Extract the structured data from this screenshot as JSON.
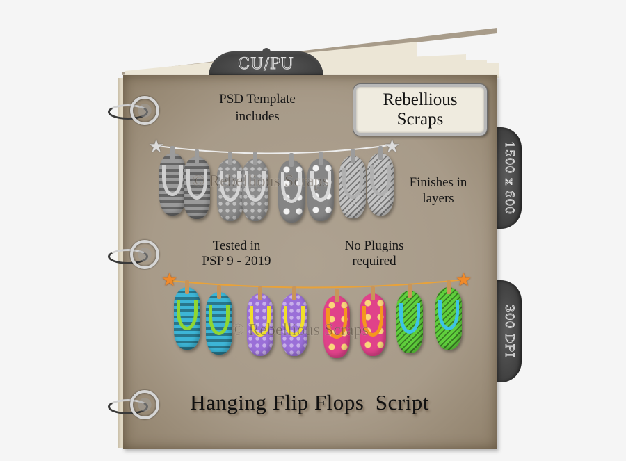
{
  "product": {
    "title": "Hanging Flip Flops  Script",
    "brand_plaque": {
      "line1": "Rebellious",
      "line2": "Scraps"
    },
    "watermark": "© Rebellious Scraps"
  },
  "tabs": {
    "top": "CU/PU",
    "side_upper": "1500 x 600",
    "side_lower": "300 DPI"
  },
  "features": {
    "psd_template": {
      "line1": "PSD Template",
      "line2": "includes"
    },
    "finishes": {
      "line1": "Finishes in",
      "line2": "layers"
    },
    "tested": {
      "line1": "Tested in",
      "line2": "PSP 9 - 2019"
    },
    "plugins": {
      "line1": "No Plugins",
      "line2": "required"
    }
  },
  "clotheslines": {
    "template": {
      "style": "grayscale",
      "star_color": "#d8d8d8",
      "line_color": "#e6e6e6",
      "flip_flops": [
        {
          "pattern": "stripes",
          "sole": "#9a9a9a",
          "strap": "#cfcfcf"
        },
        {
          "pattern": "stripes",
          "sole": "#9a9a9a",
          "strap": "#cfcfcf"
        },
        {
          "pattern": "dots",
          "sole": "#8a8a8a",
          "strap": "#d4d4d4"
        },
        {
          "pattern": "dots",
          "sole": "#8a8a8a",
          "strap": "#d4d4d4"
        },
        {
          "pattern": "hibiscus",
          "sole": "#858585",
          "strap": "#d8d8d8"
        },
        {
          "pattern": "hibiscus",
          "sole": "#858585",
          "strap": "#d8d8d8"
        },
        {
          "pattern": "leaves",
          "sole": "#c4c4c4",
          "strap": "#b0b0b0"
        },
        {
          "pattern": "leaves",
          "sole": "#c4c4c4",
          "strap": "#b0b0b0"
        }
      ]
    },
    "finished": {
      "style": "colored",
      "star_color": "#f08a2a",
      "line_color": "#e8a23a",
      "flip_flops": [
        {
          "pattern": "stripes",
          "sole": "#3db5d6",
          "strap": "#8fd632"
        },
        {
          "pattern": "stripes",
          "sole": "#3db5d6",
          "strap": "#8fd632"
        },
        {
          "pattern": "dots",
          "sole": "#9a6fd8",
          "strap": "#f0df2a"
        },
        {
          "pattern": "dots",
          "sole": "#9a6fd8",
          "strap": "#f0df2a"
        },
        {
          "pattern": "hibiscus",
          "sole": "#e0428a",
          "strap": "#f5961e"
        },
        {
          "pattern": "hibiscus",
          "sole": "#e0428a",
          "strap": "#f5961e"
        },
        {
          "pattern": "leaves",
          "sole": "#5fcf3c",
          "strap": "#3ec3e6"
        },
        {
          "pattern": "leaves",
          "sole": "#5fcf3c",
          "strap": "#3ec3e6"
        }
      ]
    }
  },
  "colors": {
    "background": "#f5f5f5",
    "cover": "#a89b89",
    "pages": "#ece6d6",
    "tab": "#484848",
    "plaque": "#efebdf"
  }
}
